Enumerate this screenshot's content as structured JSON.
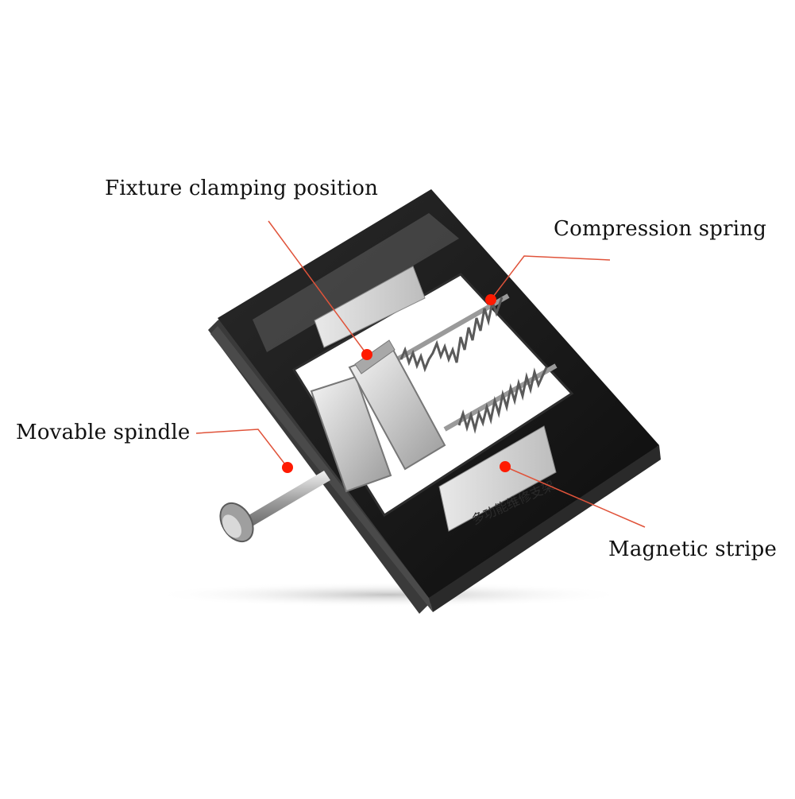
{
  "callouts": {
    "fixture_clamping_position": "Fixture clamping position",
    "compression_spring": "Compression spring",
    "movable_spindle": "Movable spindle",
    "magnetic_stripe": "Magnetic stripe"
  },
  "product": {
    "engraved_text": "多功能维修支架"
  },
  "colors": {
    "background": "#ffffff",
    "frame_body": "#161616",
    "frame_edge": "#3a3a3a",
    "metal": "#cfcfcf",
    "leader_line": "#e0533a",
    "marker_dot": "#ff1a00",
    "label_text": "#111111"
  },
  "icons": [
    "marker-dot"
  ]
}
